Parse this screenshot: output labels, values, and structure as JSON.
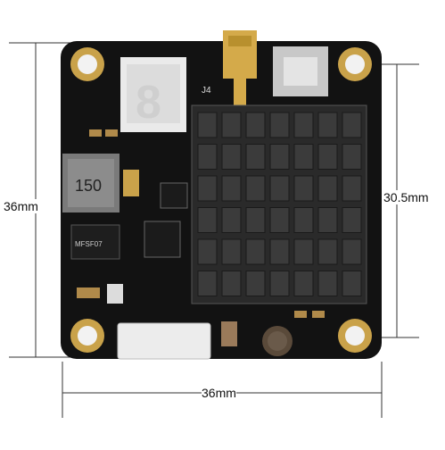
{
  "dimensions": {
    "height_label": "36mm",
    "width_label": "36mm",
    "hole_spacing_label": "30.5mm"
  },
  "board": {
    "connector_label": "J4",
    "inductor_marking": "150",
    "chip_marking": "MFSF07",
    "led_display_digit": "8"
  },
  "colors": {
    "pcb": "#121212",
    "pad": "#c9a24a",
    "heatsink": "#2a2a2a",
    "fin": "#3b3b3b"
  },
  "icons": [
    "mounting-hole-icon",
    "heatsink-icon",
    "antenna-connector-icon",
    "push-button-icon"
  ]
}
